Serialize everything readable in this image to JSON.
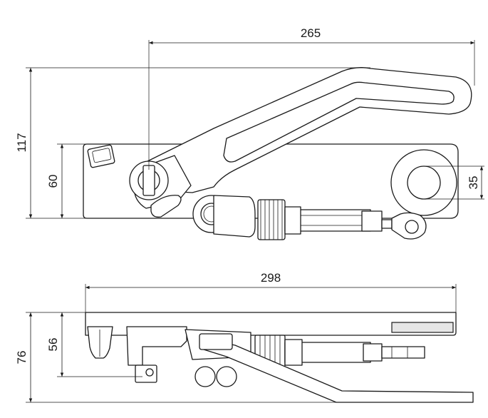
{
  "dimensions": {
    "top_overall_length": "265",
    "top_overall_height": "117",
    "top_plate_height": "60",
    "top_hole_diameter": "35",
    "side_overall_length": "298",
    "side_body_height": "56",
    "side_overall_height": "76"
  },
  "colors": {
    "line": "#1a1a1a",
    "shade": "#e6e6e6",
    "background": "#ffffff"
  }
}
